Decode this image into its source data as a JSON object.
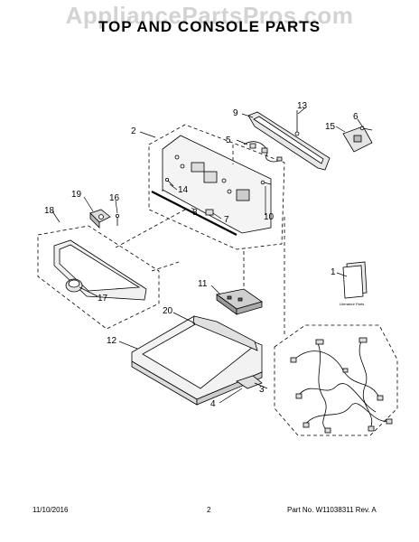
{
  "watermark": "AppliancePartsPros.com",
  "title": "TOP AND CONSOLE PARTS",
  "footer": {
    "date": "11/10/2016",
    "page": "2",
    "part_number": "Part No. W11038311  Rev. A"
  },
  "literature_label": "Literature Parts",
  "callouts": [
    "1",
    "2",
    "3",
    "4",
    "5",
    "6",
    "7",
    "8",
    "9",
    "10",
    "11",
    "12",
    "13",
    "14",
    "15",
    "16",
    "17",
    "18",
    "19",
    "20"
  ]
}
